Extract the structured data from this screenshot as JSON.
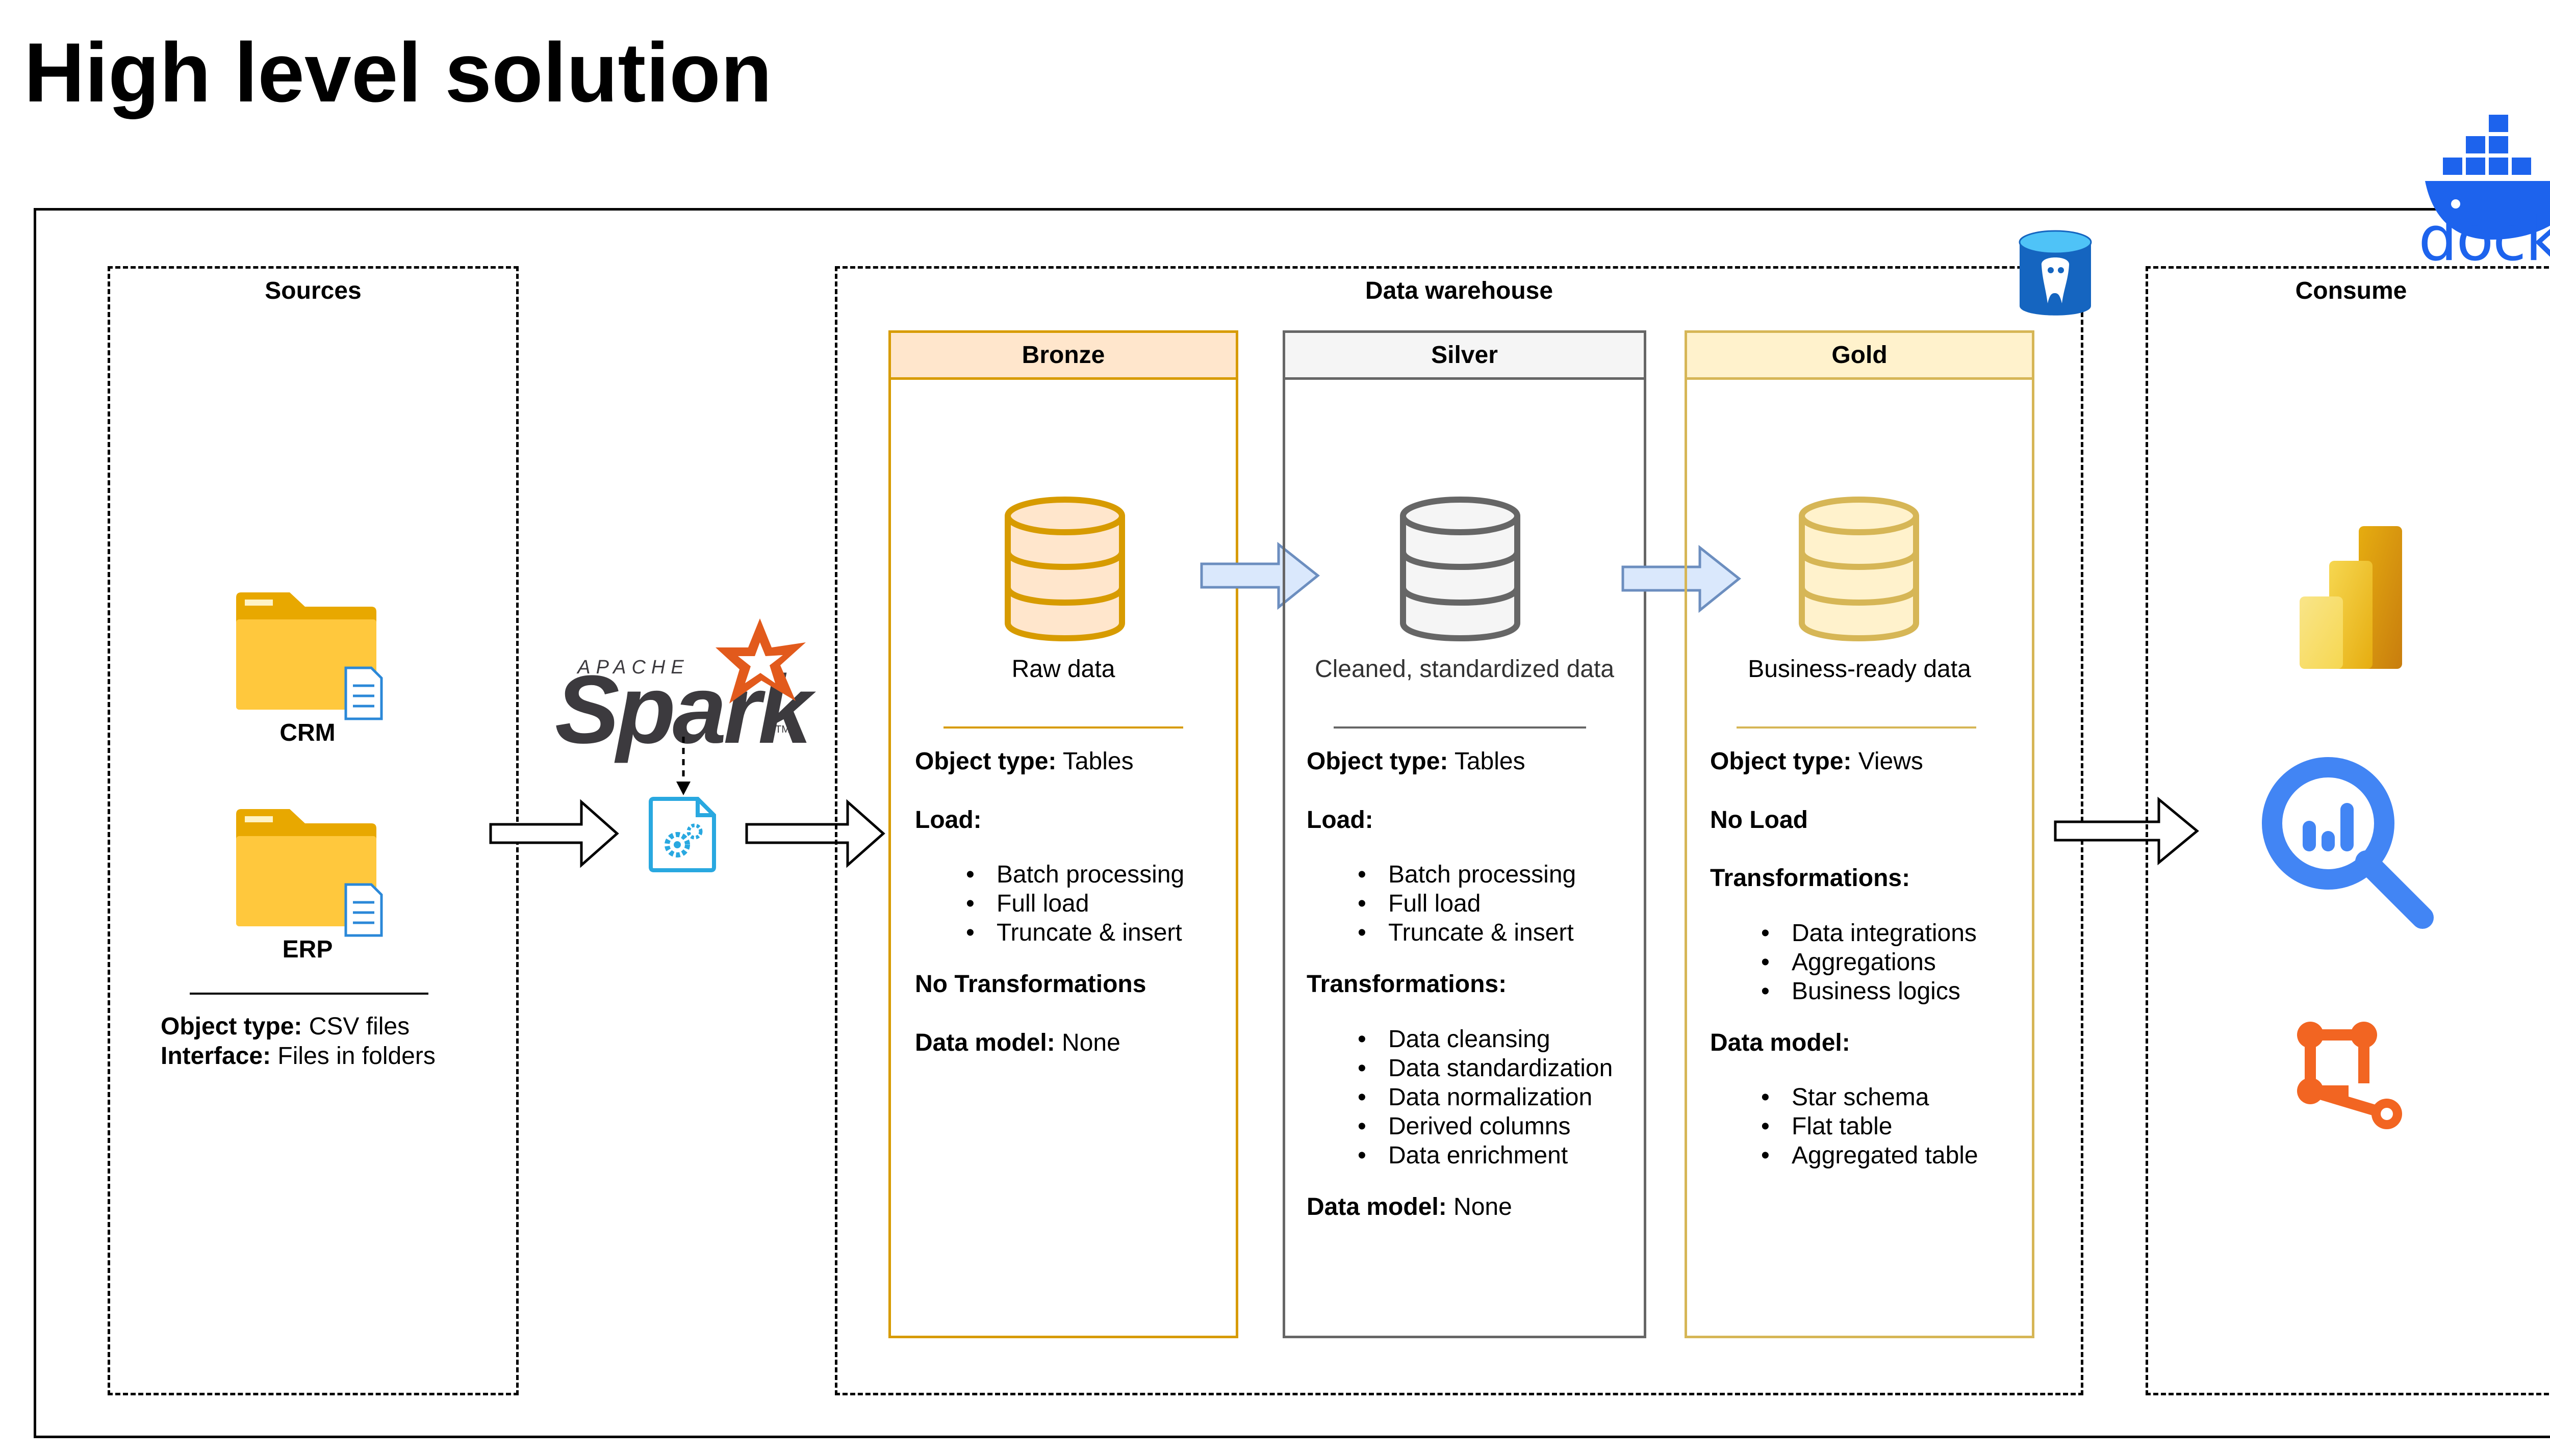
{
  "title": "High level solution",
  "sources": {
    "title": "Sources",
    "crm_label": "CRM",
    "erp_label": "ERP",
    "object_type_key": "Object type:",
    "object_type_value": " CSV files",
    "interface_key": "Interface:",
    "interface_value": " Files in folders"
  },
  "spark": {
    "apache": "APACHE",
    "name": "Spark",
    "tm": "TM"
  },
  "warehouse": {
    "title": "Data warehouse",
    "bronze": {
      "name": "Bronze",
      "caption": "Raw data",
      "object_type_key": "Object type:",
      "object_type_value": " Tables",
      "load_key": "Load:",
      "load_items": [
        "Batch processing",
        "Full load",
        "Truncate & insert"
      ],
      "transformations": "No Transformations",
      "data_model_key": "Data model:",
      "data_model_value": " None"
    },
    "silver": {
      "name": "Silver",
      "caption": "Cleaned, standardized data",
      "object_type_key": "Object type:",
      "object_type_value": " Tables",
      "load_key": "Load:",
      "load_items": [
        "Batch processing",
        "Full load",
        "Truncate & insert"
      ],
      "transformations_key": "Transformations:",
      "transformation_items": [
        "Data cleansing",
        "Data standardization",
        "Data normalization",
        "Derived columns",
        "Data enrichment"
      ],
      "data_model_key": "Data model:",
      "data_model_value": " None"
    },
    "gold": {
      "name": "Gold",
      "caption": "Business-ready data",
      "object_type_key": "Object type:",
      "object_type_value": " Views",
      "load_text": "No Load",
      "transformations_key": "Transformations:",
      "transformation_items": [
        "Data integrations",
        "Aggregations",
        "Business logics"
      ],
      "data_model_key": "Data model:",
      "data_model_items": [
        "Star schema",
        "Flat table",
        "Aggregated table"
      ]
    }
  },
  "consume": {
    "title": "Consume"
  },
  "docker": {
    "label": "docker"
  },
  "colors": {
    "bronze_fill": "#ffe6cc",
    "bronze_stroke": "#d79b00",
    "silver_fill": "#f5f5f5",
    "silver_stroke": "#666666",
    "gold_fill": "#fff2cc",
    "gold_stroke": "#d6b656",
    "flow_arrow_fill": "#dae8fc",
    "flow_arrow_stroke": "#6c8ebf",
    "spark_orange": "#e25a1c",
    "docker_blue": "#1d63ed",
    "folder_yellow": "#ffc83d",
    "powerbi_yellow": "#f2c811",
    "bigquery_blue": "#4285f4",
    "graph_orange": "#f26522"
  }
}
